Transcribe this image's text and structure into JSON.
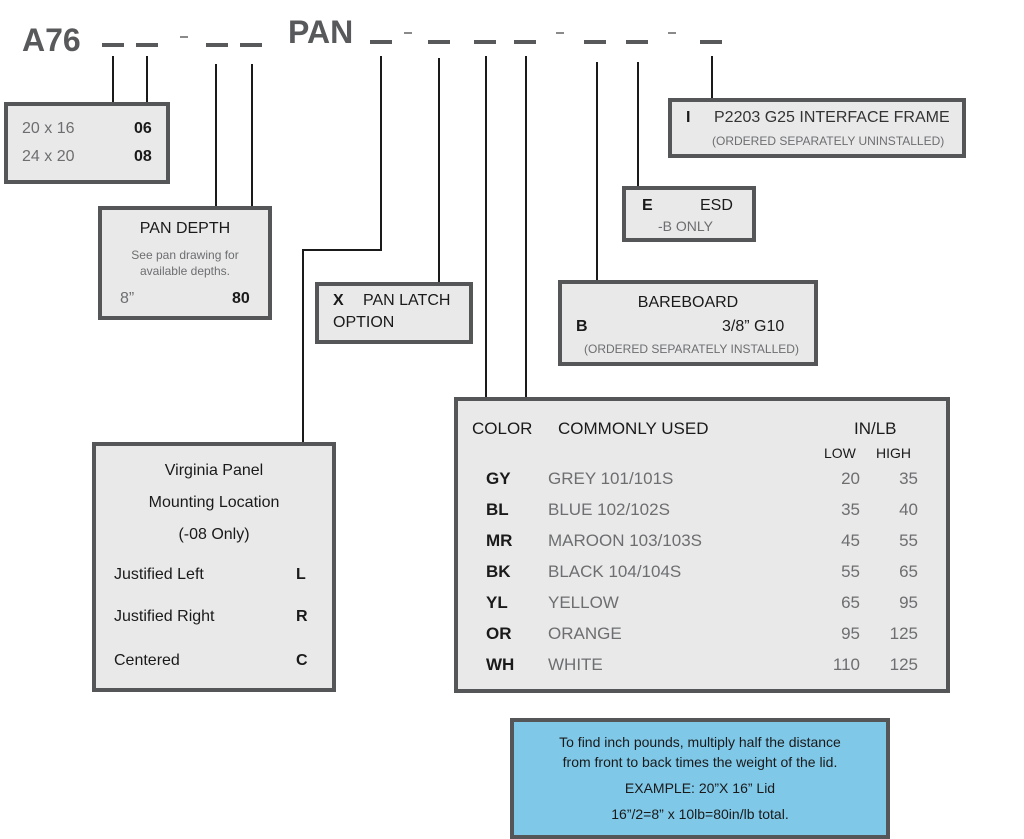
{
  "header": {
    "prefix": "A76",
    "middle": "PAN"
  },
  "size_box": {
    "rows": [
      {
        "label": "20 x 16",
        "code": "06"
      },
      {
        "label": "24 x 20",
        "code": "08"
      }
    ]
  },
  "depth_box": {
    "title": "PAN DEPTH",
    "note_line1": "See pan drawing for",
    "note_line2": "available depths.",
    "value": "8”",
    "code": "80"
  },
  "latch_box": {
    "code": "X",
    "line1": "PAN LATCH",
    "line2": "OPTION"
  },
  "mount_box": {
    "title1": "Virginia Panel",
    "title2": "Mounting Location",
    "title3": "(-08 Only)",
    "rows": [
      {
        "label": "Justified Left",
        "code": "L"
      },
      {
        "label": "Justified Right",
        "code": "R"
      },
      {
        "label": "Centered",
        "code": "C"
      }
    ]
  },
  "interface_box": {
    "code": "I",
    "label": "P2203 G25 INTERFACE FRAME",
    "note": "(ORDERED SEPARATELY UNINSTALLED)"
  },
  "esd_box": {
    "code": "E",
    "label": "ESD",
    "note": "-B  ONLY"
  },
  "bareboard_box": {
    "title": "BAREBOARD",
    "code": "B",
    "value": "3/8” G10",
    "note": "(ORDERED SEPARATELY  INSTALLED)"
  },
  "color_box": {
    "col_color": "COLOR",
    "col_common": "COMMONLY USED",
    "col_inlb": "IN/LB",
    "col_low": "LOW",
    "col_high": "HIGH",
    "rows": [
      {
        "code": "GY",
        "name": "GREY   101/101S",
        "low": "20",
        "high": "35"
      },
      {
        "code": "BL",
        "name": "BLUE   102/102S",
        "low": "35",
        "high": "40"
      },
      {
        "code": "MR",
        "name": "MAROON 103/103S",
        "low": "45",
        "high": "55"
      },
      {
        "code": "BK",
        "name": "BLACK 104/104S",
        "low": "55",
        "high": "65"
      },
      {
        "code": "YL",
        "name": "YELLOW",
        "low": "65",
        "high": "95"
      },
      {
        "code": "OR",
        "name": "ORANGE",
        "low": "95",
        "high": "125"
      },
      {
        "code": "WH",
        "name": "WHITE",
        "low": "110",
        "high": "125"
      }
    ]
  },
  "info_note": {
    "line1": "To find inch pounds, multiply half the distance",
    "line2": "from front to back times the weight of the lid.",
    "line3": "EXAMPLE:  20”X 16” Lid",
    "line4": "16”/2=8” x 10lb=80in/lb total."
  },
  "colors": {
    "box_fill": "#e9e9ea",
    "box_border": "#555657",
    "note_fill": "#7fc8e8"
  }
}
